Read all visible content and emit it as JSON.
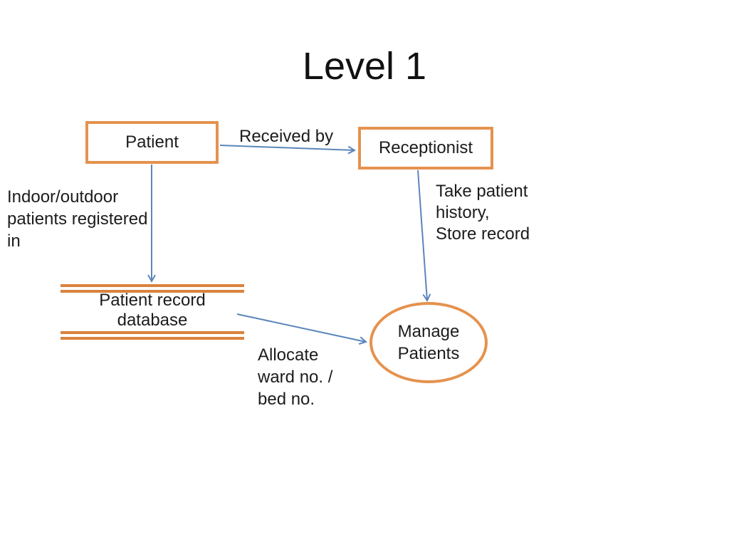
{
  "slide": {
    "title": "Level 1"
  },
  "nodes": {
    "patient": {
      "label": "Patient"
    },
    "receptionist": {
      "label": "Receptionist"
    },
    "patient_record_database": {
      "label": "Patient record\ndatabase"
    },
    "manage_patients": {
      "label": "Manage\nPatients"
    }
  },
  "flow_labels": {
    "received_by": "Received by",
    "registered_in": "Indoor/outdoor\npatients registered\nin",
    "take_history": "Take patient\nhistory,\nStore record",
    "allocate_ward": "Allocate\nward no. /\nbed no."
  },
  "colors": {
    "shape_outline_orange": "#E5924E",
    "data_store_bar_orange": "#D9823D",
    "connector_blue": "#5B86BB",
    "text_black": "#1C1C1C",
    "background": "#FFFFFF"
  }
}
